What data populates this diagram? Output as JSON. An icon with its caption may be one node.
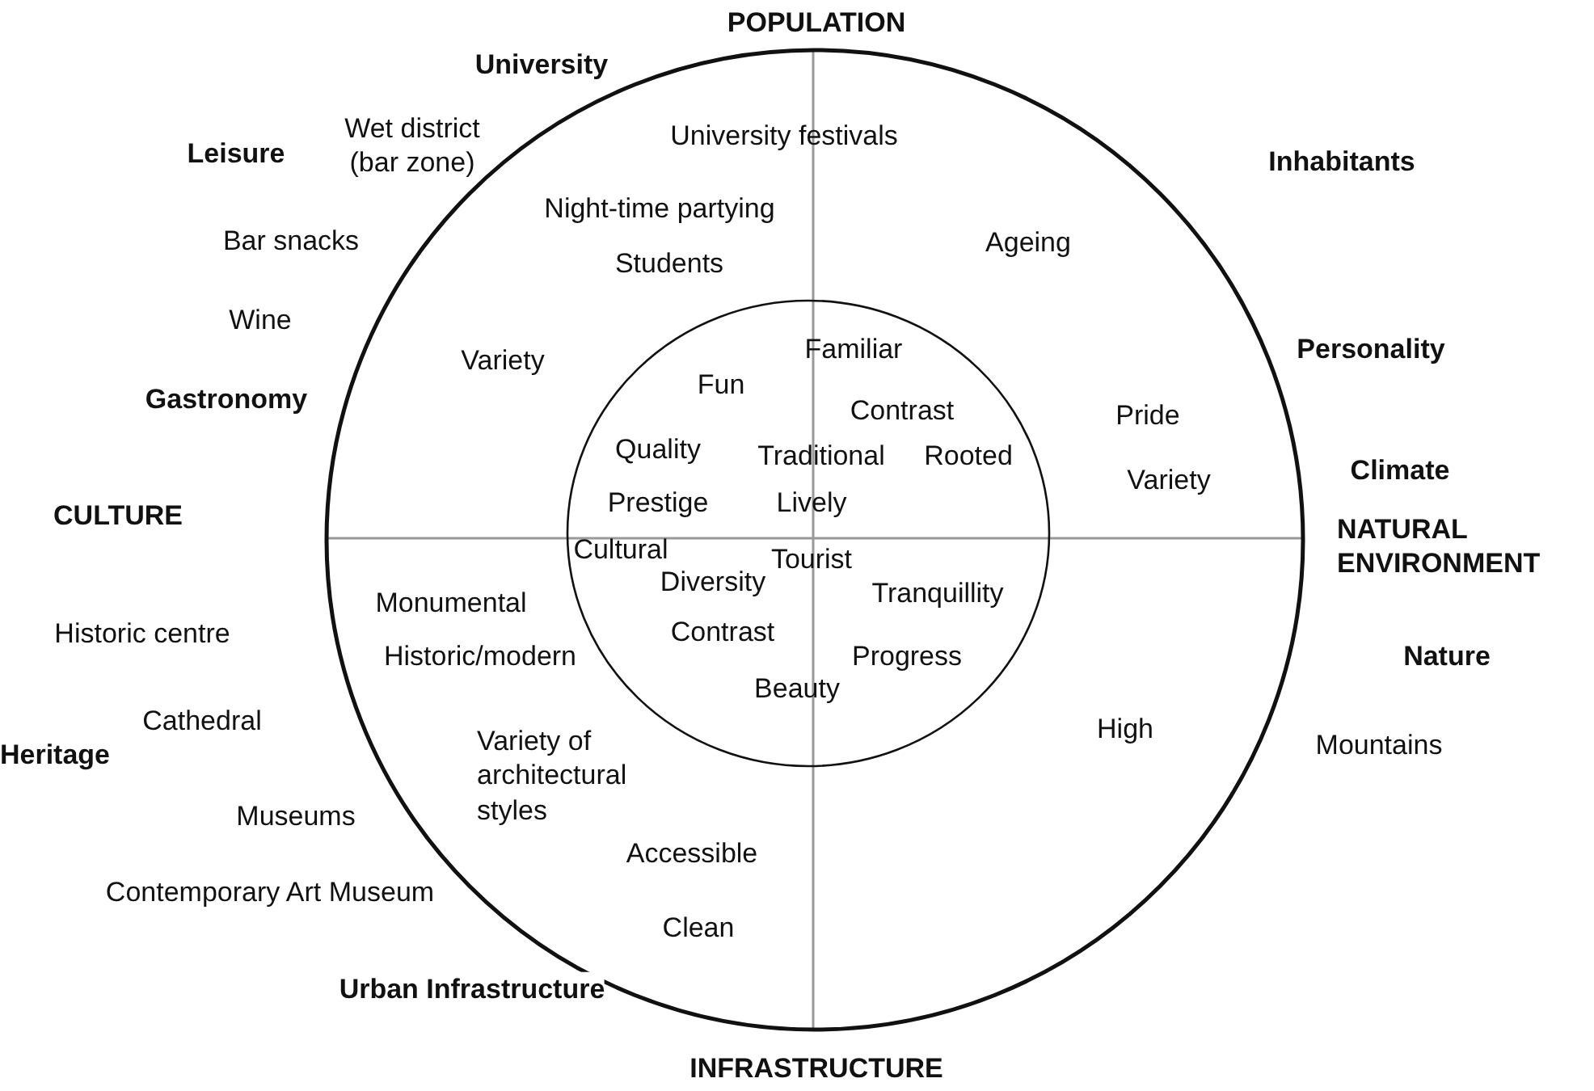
{
  "diagram": {
    "labels": [
      "POPULATION",
      "University",
      "Wet district (bar zone)",
      "University festivals",
      "Leisure",
      "Inhabitants",
      "Night-time partying",
      "Bar snacks",
      "Ageing",
      "Students",
      "Wine",
      "Personality",
      "Variety",
      "Familiar",
      "Gastronomy",
      "Fun",
      "Contrast",
      "Pride",
      "Quality",
      "Traditional",
      "Rooted",
      "Climate",
      "Variety",
      "Prestige",
      "Lively",
      "CULTURE",
      "NATURAL ENVIRONMENT",
      "Cultural",
      "Tourist",
      "Diversity",
      "Monumental",
      "Tranquillity",
      "Historic centre",
      "Contrast",
      "Historic/modern",
      "Progress",
      "Nature",
      "Beauty",
      "Cathedral",
      "High",
      "Variety of architectural styles",
      "Mountains",
      "Heritage",
      "Museums",
      "Accessible",
      "Contemporary Art Museum",
      "Clean",
      "Urban Infrastructure",
      "INFRASTRUCTURE"
    ]
  }
}
